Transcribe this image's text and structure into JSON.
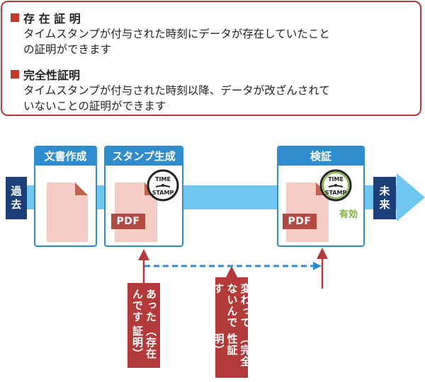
{
  "info": {
    "s1_title": "存 在 証 明",
    "s1_line1": "タイムスタンプが付与された時刻にデータが存在していたこと",
    "s1_line2": "の証明ができます",
    "s2_title": "完全性証明",
    "s2_line1": "タイムスタンプが付与された時刻以降、データが改ざんされて",
    "s2_line2": "いないことの証明ができます"
  },
  "timeline": {
    "past": [
      "過",
      "去"
    ],
    "future": [
      "未",
      "来"
    ],
    "band_color": "#6fc6f0"
  },
  "cards": [
    {
      "label": "文書作成"
    },
    {
      "label": "スタンプ生成",
      "pdf": "PDF",
      "stamp": [
        "TIME",
        "STAMP"
      ]
    },
    {
      "label": "検証",
      "pdf": "PDF",
      "stamp": [
        "TIME",
        "STAMP"
      ],
      "status": "有効"
    }
  ],
  "notes": {
    "left": [
      "あったんです",
      "（存在証明）"
    ],
    "right": [
      "変わってないんです",
      "（完全性証明）"
    ]
  },
  "colors": {
    "accent_red": "#b23a3a",
    "card_blue": "#2f8ccd",
    "label_navy": "#1c3f7a",
    "valid_green": "#79b535"
  }
}
